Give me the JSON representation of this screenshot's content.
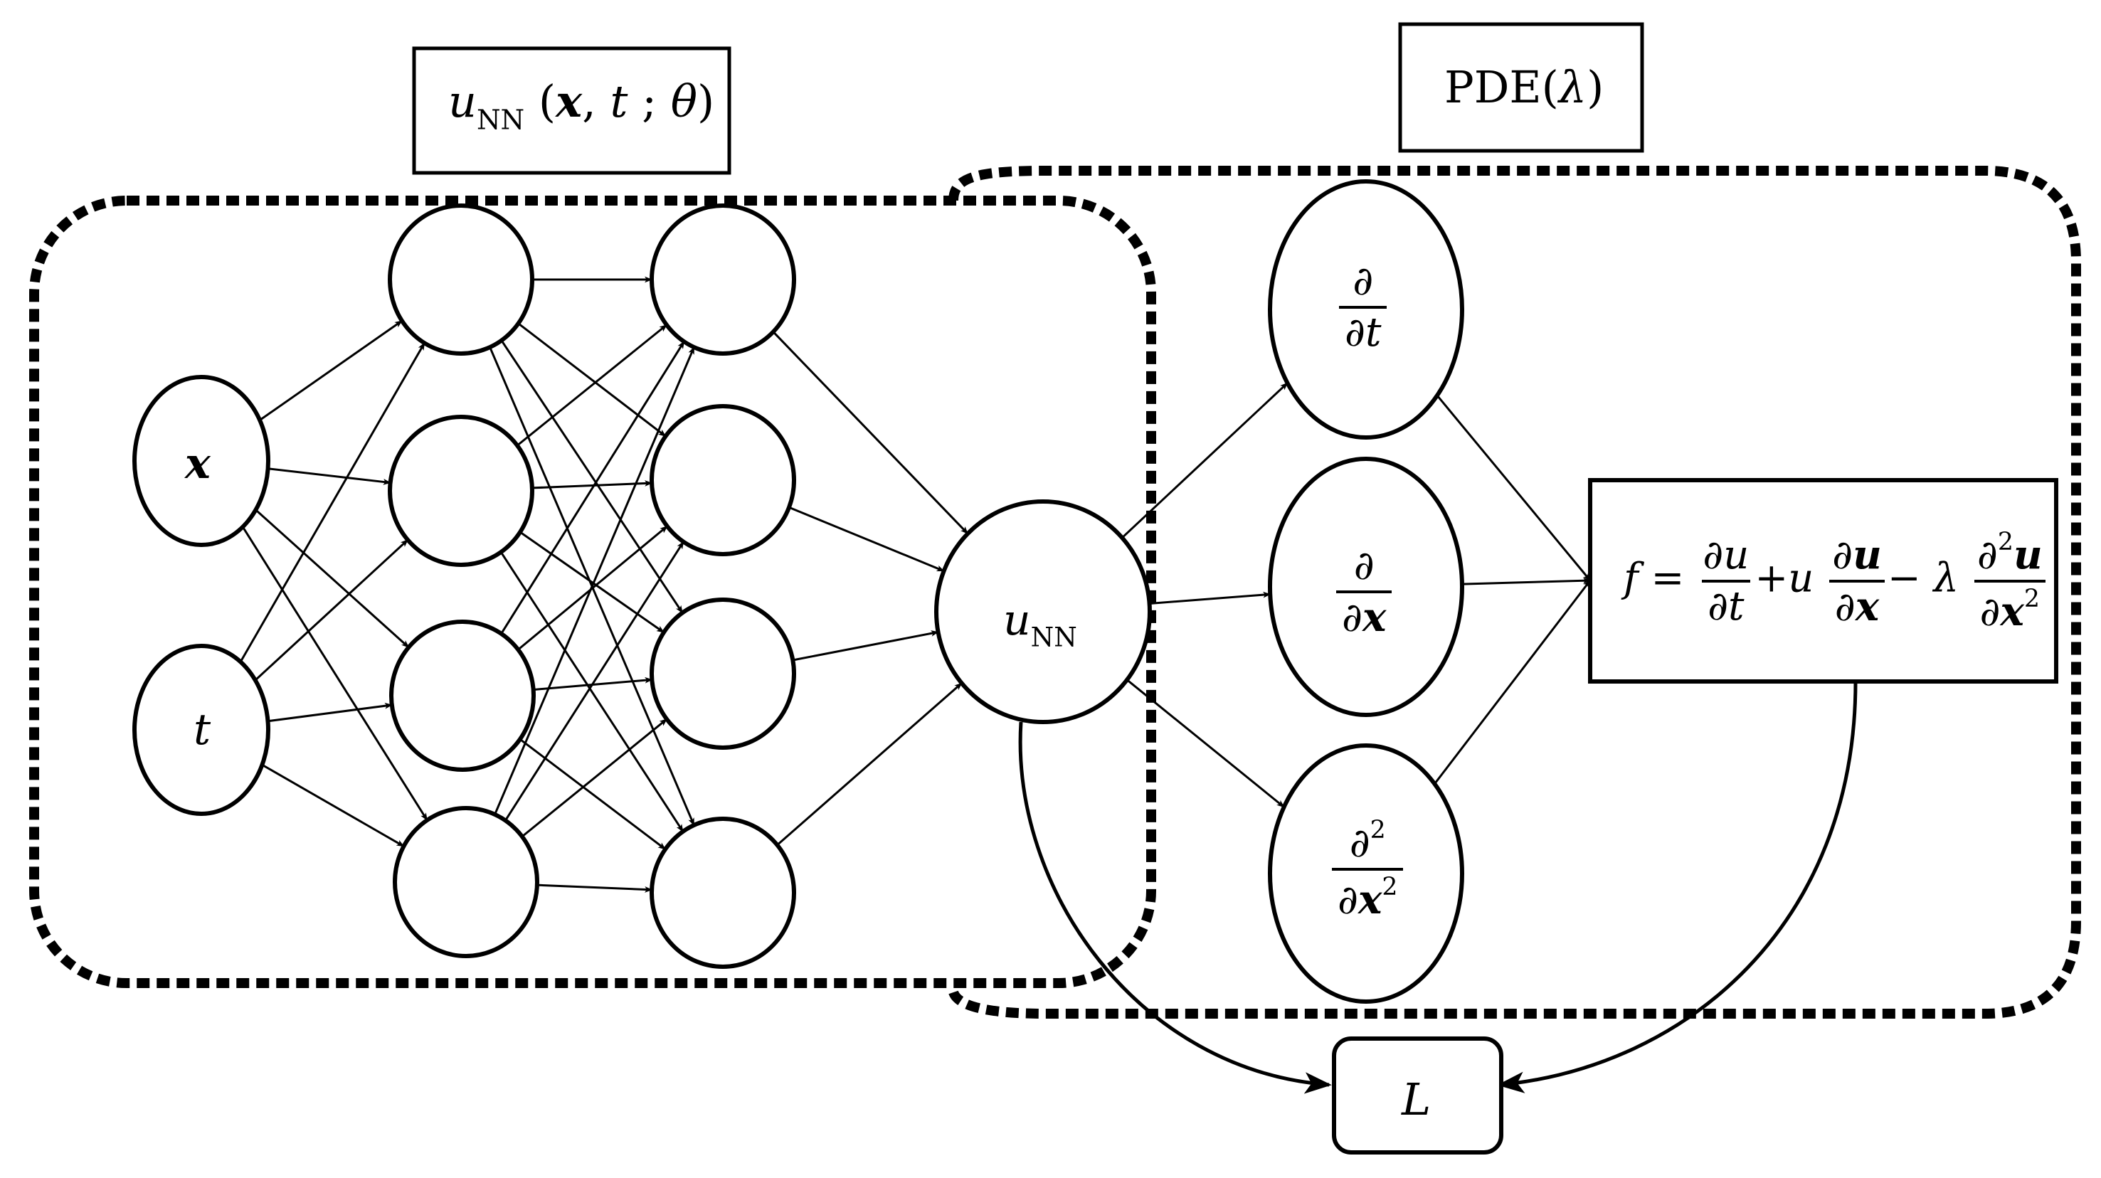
{
  "diagram": {
    "nn_box": {
      "u": "u",
      "sub": "NN",
      "x": "x",
      "t": "t",
      "theta": "θ"
    },
    "pde_box": {
      "label": "PDE(",
      "lambda": "λ",
      "close": ")"
    },
    "inputs": [
      {
        "label": "x"
      },
      {
        "label": "t"
      }
    ],
    "output_node": {
      "u": "u",
      "sub": "NN"
    },
    "derivatives": {
      "d": "∂",
      "dt": "t",
      "dx": "x",
      "sq": "2"
    },
    "residual": {
      "f": "f",
      "eq": "=",
      "u": "u",
      "plus": "+u",
      "minus": "−",
      "lambda": "λ"
    },
    "loss": {
      "label": "L"
    }
  }
}
